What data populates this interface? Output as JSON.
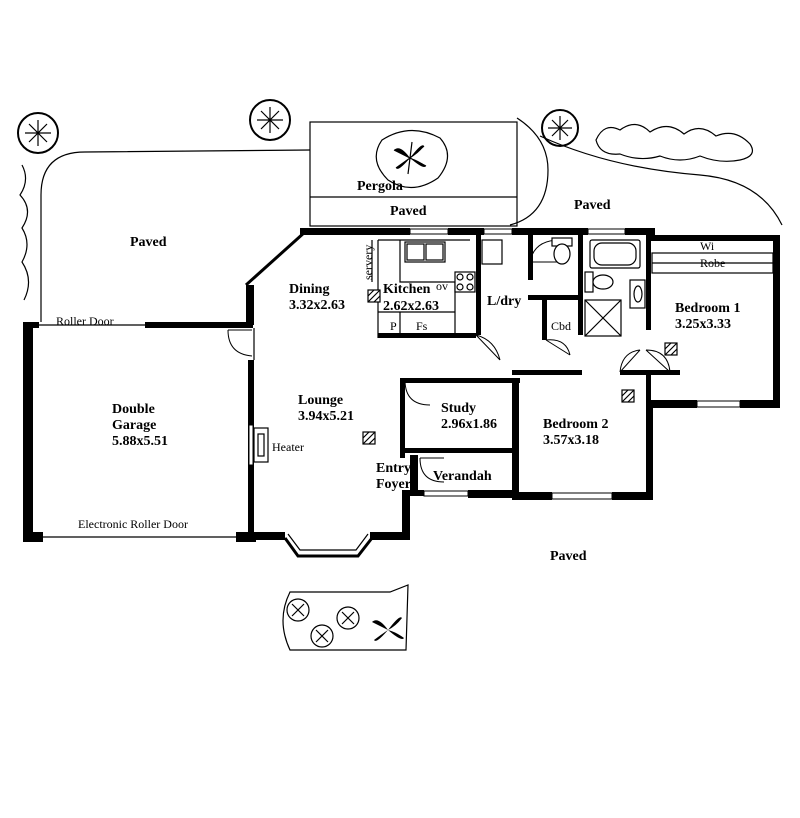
{
  "labels": {
    "paved_left": "Paved",
    "pergola": "Pergola",
    "paved_pergola": "Paved",
    "paved_right": "Paved",
    "paved_bottom": "Paved",
    "roller_door": "Roller Door",
    "electronic_roller_door": "Electronic Roller Door",
    "garage_name_1": "Double",
    "garage_name_2": "Garage",
    "garage_size": "5.88x5.51",
    "dining_name": "Dining",
    "dining_size": "3.32x2.63",
    "servery": "servery",
    "kitchen_name": "Kitchen",
    "kitchen_ov": "ov",
    "kitchen_size": "2.62x2.63",
    "pantry": "P",
    "fridge_space": "Fs",
    "laundry": "L/dry",
    "cupboard": "Cbd",
    "wi": "Wi",
    "robe": "Robe",
    "bedroom1_name": "Bedroom 1",
    "bedroom1_size": "3.25x3.33",
    "lounge_name": "Lounge",
    "lounge_size": "3.94x5.21",
    "heater": "Heater",
    "study_name": "Study",
    "study_size": "2.96x1.86",
    "bedroom2_name": "Bedroom 2",
    "bedroom2_size": "3.57x3.18",
    "entry": "Entry",
    "foyer": "Foyer",
    "verandah": "Verandah"
  }
}
